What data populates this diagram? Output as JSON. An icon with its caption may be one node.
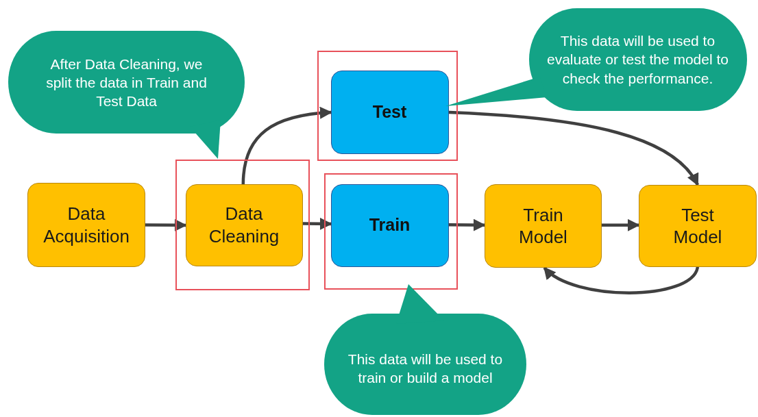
{
  "diagram": {
    "nodes": [
      {
        "text": [
          "After Data Cleaning, we split the data in Train and Test Data"
        ]
      },
      {
        "text": [],
        "shape": "box"
      },
      {
        "text": [
          "Test"
        ],
        "in": 1
      },
      {
        "text": [
          "This data will be used to evaluate or test the model to check the performance."
        ]
      },
      {
        "text": [
          "Data Acquisition"
        ]
      },
      {
        "text": [],
        "shape": "box"
      },
      {
        "text": [
          "Data Cleaning"
        ],
        "in": 5
      },
      {
        "text": [],
        "shape": "box"
      },
      {
        "text": [
          "Train"
        ],
        "in": 7
      },
      {
        "text": [
          "Train Model"
        ]
      },
      {
        "text": [
          "Test Model"
        ]
      },
      {
        "text": [
          "This data will be used to train or build a model"
        ]
      }
    ],
    "edges": [
      {
        "from": 4,
        "to": 6,
        "arrow": "to"
      },
      {
        "from": 6,
        "to": 2,
        "arrow": "to"
      },
      {
        "from": 6,
        "to": 8,
        "arrow": "to"
      },
      {
        "from": 8,
        "to": 9,
        "arrow": "to"
      },
      {
        "from": 9,
        "to": 10,
        "arrow": "to"
      },
      {
        "from": 2,
        "to": 10,
        "arrow": "to"
      },
      {
        "from": 10,
        "to": 9,
        "arrow": "to"
      }
    ]
  }
}
